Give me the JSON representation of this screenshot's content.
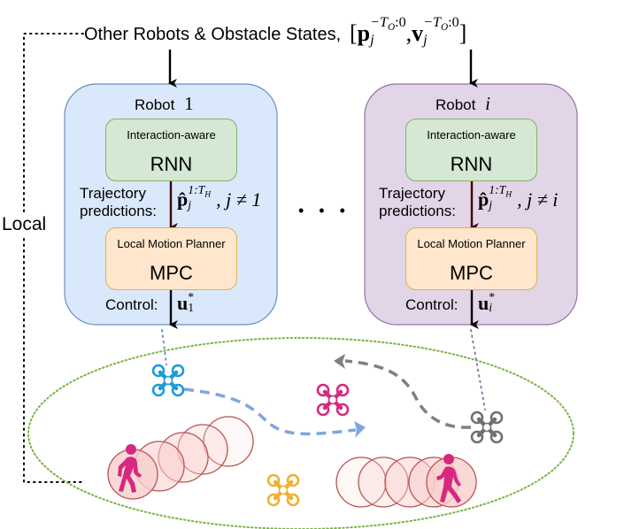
{
  "header": {
    "states_label": "Other Robots & Obstacle States,",
    "states_math": {
      "open": "[",
      "p": "p",
      "p_sub": "j",
      "p_sup": "−T",
      "p_sup_sub": "O",
      "p_sup_tail": ":0",
      "comma": ",",
      "v": "v",
      "v_sub": "j",
      "v_sup": "−T",
      "v_sup_sub": "O",
      "v_sup_tail": ":0",
      "close": "]"
    }
  },
  "side_label": "Local",
  "ellipsis": "• • •",
  "robots": [
    {
      "title": "Robot",
      "index": "1",
      "rnn_sub": "Interaction-aware",
      "rnn_main": "RNN",
      "traj_line1": "Trajectory",
      "traj_line2": "predictions:",
      "pred_symbol": "p̂",
      "pred_sub": "j",
      "pred_sup": "1:T",
      "pred_sup_sub": "H",
      "pred_cond": ", j ≠ 1",
      "mpc_sub": "Local Motion Planner",
      "mpc_main": "MPC",
      "control_label": "Control:",
      "control_symbol": "u",
      "control_sup": "*",
      "control_sub": "1"
    },
    {
      "title": "Robot",
      "index": "i",
      "rnn_sub": "Interaction-aware",
      "rnn_main": "RNN",
      "traj_line1": "Trajectory",
      "traj_line2": "predictions:",
      "pred_symbol": "p̂",
      "pred_sub": "j",
      "pred_sup": "1:T",
      "pred_sup_sub": "H",
      "pred_cond": ", j ≠ i",
      "mpc_sub": "Local Motion Planner",
      "mpc_main": "MPC",
      "control_label": "Control:",
      "control_symbol": "u",
      "control_sup": "*",
      "control_sub": "i"
    }
  ],
  "colors": {
    "robot1_fill": "#dae8fc",
    "robot1_stroke": "#6c8ebf",
    "roboti_fill": "#e1d5e7",
    "roboti_stroke": "#9673a6",
    "rnn_fill": "#d5e8d4",
    "rnn_stroke": "#82b366",
    "mpc_fill": "#ffe6cc",
    "mpc_stroke": "#d6b656",
    "prediction_arrow": "#3d0000",
    "environment_ellipse": "#7cb342",
    "drone_blue": "#1e9bd7",
    "drone_magenta": "#d6287f",
    "drone_orange": "#f0b030",
    "drone_gray": "#707070",
    "trajectory_blue": "#7ea6e0",
    "trajectory_gray": "#808080",
    "pedestrian": "#d6287f",
    "pedestrian_circle_stroke": "#b85450"
  },
  "environment": {
    "drones": [
      "blue",
      "magenta",
      "orange",
      "gray"
    ],
    "pedestrians": 2
  }
}
